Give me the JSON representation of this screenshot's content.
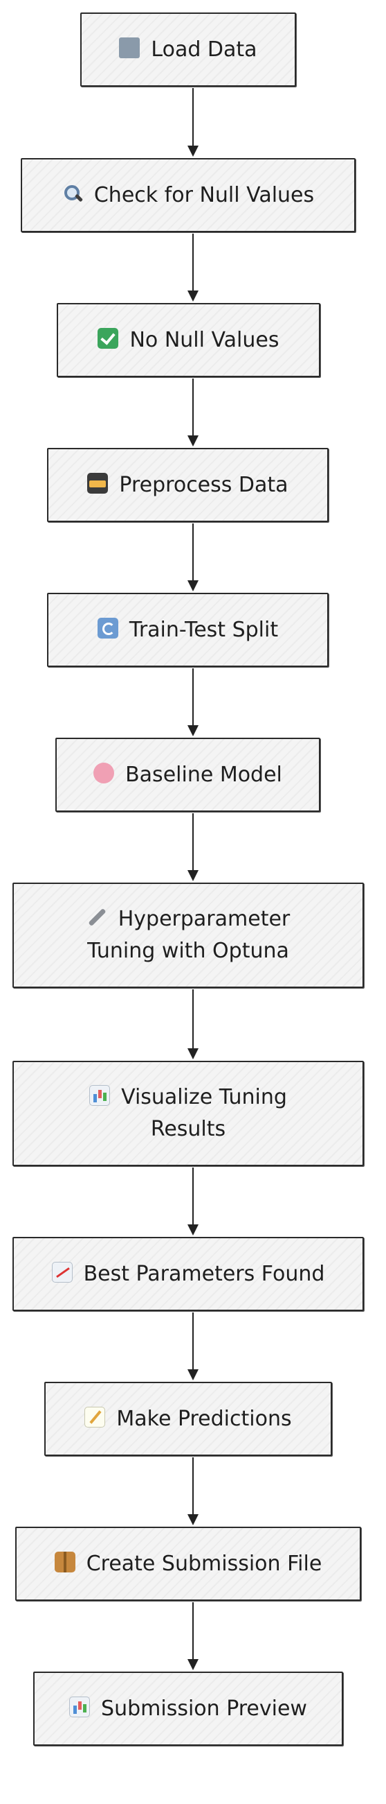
{
  "flowchart": {
    "nodes": [
      {
        "id": "load",
        "icon": "folder-icon",
        "lines": [
          "Load Data"
        ]
      },
      {
        "id": "null-check",
        "icon": "magnifier-icon",
        "lines": [
          "Check for Null Values"
        ]
      },
      {
        "id": "no-null",
        "icon": "check-mark-icon",
        "lines": [
          "No Null Values"
        ]
      },
      {
        "id": "preprocess",
        "icon": "card-box-icon",
        "lines": [
          "Preprocess Data"
        ]
      },
      {
        "id": "split",
        "icon": "cycle-arrows-icon",
        "lines": [
          "Train-Test Split"
        ]
      },
      {
        "id": "baseline",
        "icon": "brain-icon",
        "lines": [
          "Baseline Model"
        ]
      },
      {
        "id": "tuning",
        "icon": "wrench-icon",
        "lines": [
          "Hyperparameter",
          "Tuning with Optuna"
        ]
      },
      {
        "id": "visualize",
        "icon": "bar-chart-icon",
        "lines": [
          "Visualize Tuning",
          "Results"
        ]
      },
      {
        "id": "best-params",
        "icon": "line-chart-icon",
        "lines": [
          "Best Parameters Found"
        ]
      },
      {
        "id": "predict",
        "icon": "memo-icon",
        "lines": [
          "Make Predictions"
        ]
      },
      {
        "id": "submission",
        "icon": "package-icon",
        "lines": [
          "Create Submission File"
        ]
      },
      {
        "id": "preview",
        "icon": "bar-chart-icon",
        "lines": [
          "Submission Preview"
        ]
      }
    ],
    "edges": [
      [
        "load",
        "null-check"
      ],
      [
        "null-check",
        "no-null"
      ],
      [
        "no-null",
        "preprocess"
      ],
      [
        "preprocess",
        "split"
      ],
      [
        "split",
        "baseline"
      ],
      [
        "baseline",
        "tuning"
      ],
      [
        "tuning",
        "visualize"
      ],
      [
        "visualize",
        "best-params"
      ],
      [
        "best-params",
        "predict"
      ],
      [
        "predict",
        "submission"
      ],
      [
        "submission",
        "preview"
      ]
    ]
  }
}
